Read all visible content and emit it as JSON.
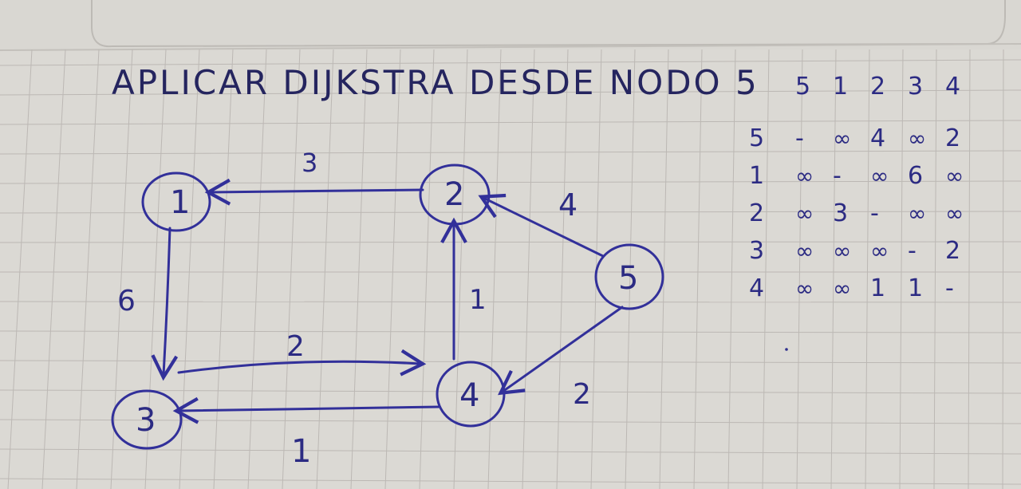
{
  "title": "APLICAR DIJKSTRA DESDE NODO 5",
  "nodes": [
    "1",
    "2",
    "3",
    "4",
    "5"
  ],
  "edges": [
    {
      "from": "2",
      "to": "1",
      "weight": "3"
    },
    {
      "from": "1",
      "to": "3",
      "weight": "6"
    },
    {
      "from": "3",
      "to": "4",
      "weight": "2"
    },
    {
      "from": "4",
      "to": "3",
      "weight": "1"
    },
    {
      "from": "4",
      "to": "2",
      "weight": "1"
    },
    {
      "from": "5",
      "to": "2",
      "weight": "4"
    },
    {
      "from": "5",
      "to": "4",
      "weight": "2"
    }
  ],
  "matrix": {
    "headers": [
      "5",
      "1",
      "2",
      "3",
      "4"
    ],
    "rows": [
      {
        "label": "5",
        "values": [
          "-",
          "∞",
          "4",
          "∞",
          "2"
        ]
      },
      {
        "label": "1",
        "values": [
          "∞",
          "-",
          "∞",
          "6",
          "∞"
        ]
      },
      {
        "label": "2",
        "values": [
          "∞",
          "3",
          "-",
          "∞",
          "∞"
        ]
      },
      {
        "label": "3",
        "values": [
          "∞",
          "∞",
          "∞",
          "-",
          "2"
        ]
      },
      {
        "label": "4",
        "values": [
          "∞",
          "∞",
          "1",
          "1",
          "-"
        ]
      }
    ]
  },
  "colors": {
    "ink": "#2f2f8d",
    "paper": "#dbd9d4",
    "grid": "#bcb8b4"
  }
}
